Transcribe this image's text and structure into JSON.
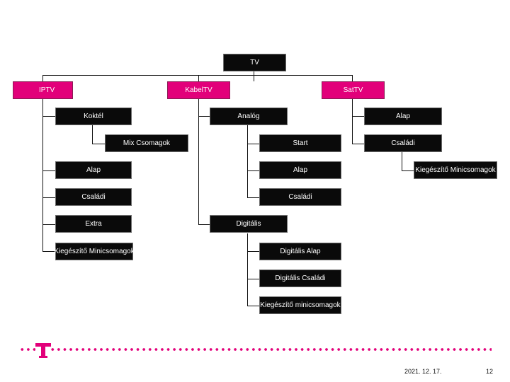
{
  "root": "TV",
  "categories": {
    "iptv": "IPTV",
    "kabeltv": "KabelTV",
    "sattv": "SatTV"
  },
  "iptv": [
    "Koktél",
    "Mix Csomagok",
    "Alap",
    "Családi",
    "Extra",
    "Kiegészítő Minicsomagok"
  ],
  "kabeltv": {
    "analog": "Analóg",
    "analog_children": [
      "Start",
      "Alap",
      "Családi"
    ],
    "digital": "Digitális",
    "digital_children": [
      "Digitális Alap",
      "Digitális Családi",
      "Kiegészítő minicsomagok"
    ]
  },
  "sattv": [
    "Alap",
    "Családi",
    "Kiegészítő Minicsomagok"
  ],
  "footer": {
    "date": "2021. 12. 17.",
    "page": "12"
  },
  "colors": {
    "magenta": "#e2007a",
    "node": "#0a0a0a"
  },
  "icons": {
    "logo": "telekom-t-logo-icon"
  }
}
